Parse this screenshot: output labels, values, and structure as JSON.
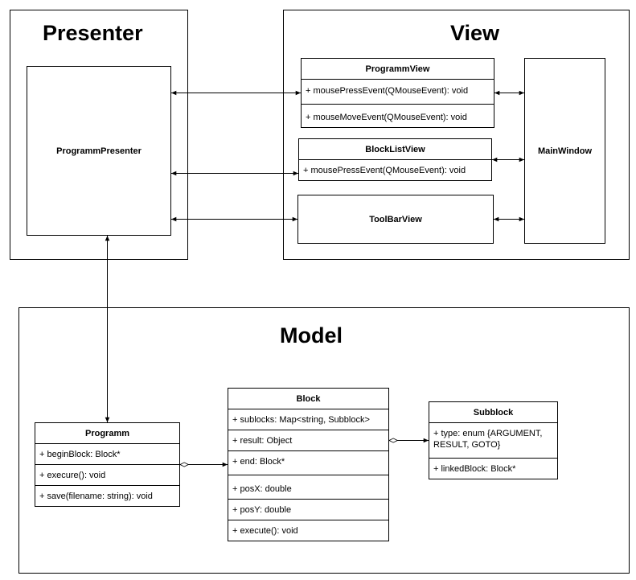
{
  "frames": {
    "presenter": "Presenter",
    "view": "View",
    "model": "Model"
  },
  "presenter_box": {
    "label": "ProgrammPresenter"
  },
  "programm_view": {
    "name": "ProgrammView",
    "methods": [
      "+ mousePressEvent(QMouseEvent): void",
      "+ mouseMoveEvent(QMouseEvent): void"
    ]
  },
  "blocklist_view": {
    "name": "BlockListView",
    "methods": [
      "+ mousePressEvent(QMouseEvent): void"
    ]
  },
  "toolbar_view": {
    "name": "ToolBarView"
  },
  "main_window": {
    "name": "MainWindow"
  },
  "programm": {
    "name": "Programm",
    "fields": [
      "+ beginBlock: Block*"
    ],
    "methods": [
      "+ execure(): void",
      "+ save(filename: string): void"
    ]
  },
  "block": {
    "name": "Block",
    "fields": [
      "+ sublocks: Map<string, Subblock>",
      "+ result: Object",
      "+ end: Block*"
    ],
    "fields2": [
      "+ posX: double",
      "+ posY: double"
    ],
    "methods": [
      "+ execute(): void"
    ]
  },
  "subblock": {
    "name": "Subblock",
    "fields": [
      "+ type: enum {ARGUMENT,",
      "RESULT, GOTO}"
    ],
    "methods": [
      "+ linkedBlock: Block*"
    ]
  }
}
